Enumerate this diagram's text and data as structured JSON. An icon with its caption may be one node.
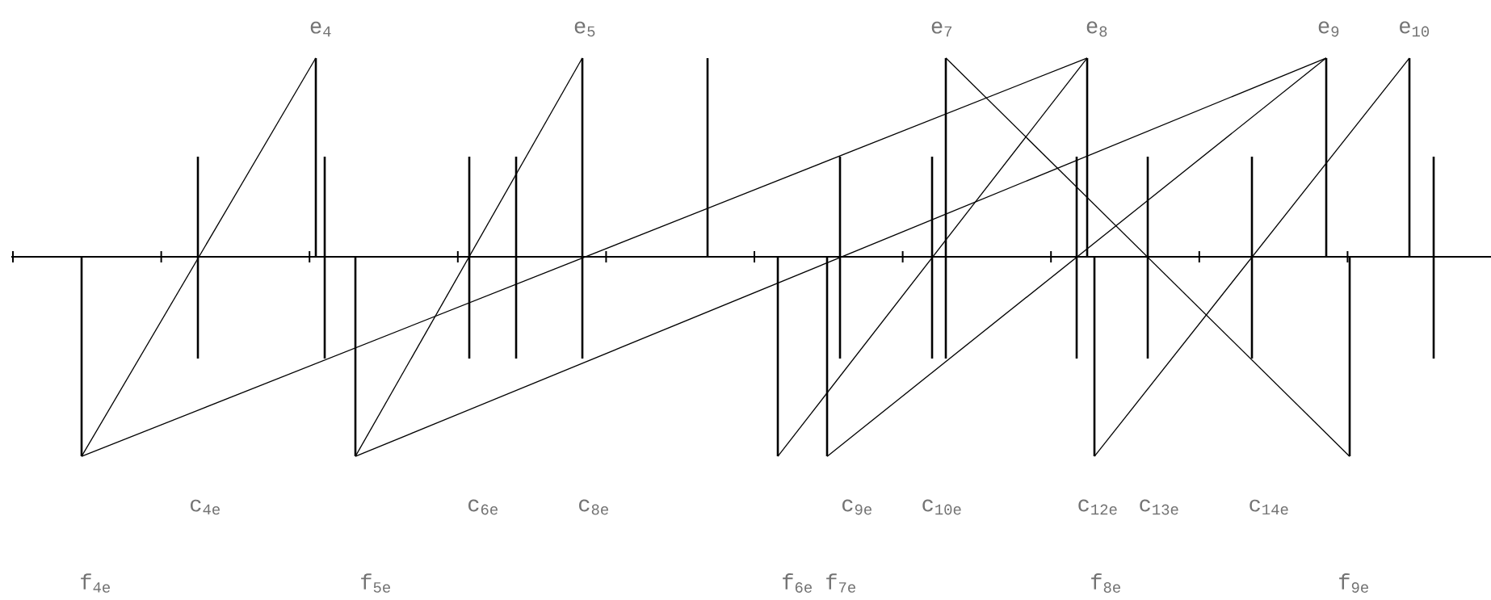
{
  "diagram": {
    "nodes": [
      {
        "text": [],
        "shape": "bar",
        "beside": [
          "e$_{4}$"
        ]
      },
      {
        "text": [],
        "shape": "bar",
        "beside": [
          "e$_{5}$"
        ]
      },
      {
        "text": [],
        "shape": "bar"
      },
      {
        "text": [],
        "shape": "bar",
        "beside": [
          "e$_{7}$"
        ]
      },
      {
        "text": [],
        "shape": "bar",
        "beside": [
          "e$_{8}$"
        ]
      },
      {
        "text": [],
        "shape": "bar",
        "beside": [
          "e$_{9}$"
        ]
      },
      {
        "text": [],
        "shape": "bar",
        "beside": [
          "e$_{10}$"
        ]
      },
      {
        "text": [],
        "shape": "bar"
      },
      {
        "text": [],
        "shape": "bar"
      },
      {
        "text": [],
        "shape": "bar"
      },
      {
        "text": [],
        "shape": "bar"
      },
      {
        "text": [],
        "shape": "bar"
      },
      {
        "text": [],
        "shape": "bar"
      },
      {
        "text": [],
        "shape": "bar"
      },
      {
        "text": [],
        "shape": "bar"
      },
      {
        "text": [],
        "shape": "bar"
      },
      {
        "text": [],
        "shape": "bar"
      },
      {
        "text": [],
        "shape": "bar"
      },
      {
        "text": [],
        "shape": "bar"
      },
      {
        "text": [],
        "shape": "bar"
      },
      {
        "text": [],
        "shape": "bar"
      },
      {
        "text": [],
        "shape": "bar"
      },
      {
        "text": [],
        "shape": "bar"
      }
    ],
    "edges": [
      {
        "from": 17,
        "to": 0,
        "arrow": "none"
      },
      {
        "from": 17,
        "to": 4,
        "arrow": "none"
      },
      {
        "from": 18,
        "to": 1,
        "arrow": "none"
      },
      {
        "from": 18,
        "to": 5,
        "arrow": "none"
      },
      {
        "from": 19,
        "to": 4,
        "arrow": "none"
      },
      {
        "from": 20,
        "to": 5,
        "arrow": "none"
      },
      {
        "from": 21,
        "to": 6,
        "arrow": "none"
      },
      {
        "from": 3,
        "to": 22,
        "arrow": "none"
      }
    ],
    "labels": [
      "c$_{4e}$",
      "c$_{6e}$",
      "c$_{8e}$",
      "c$_{9e}$",
      "c$_{10e}$",
      "c$_{12e}$",
      "c$_{13e}$",
      "c$_{14e}$",
      "f$_{4e}$",
      "f$_{5e}$",
      "f$_{6e}$",
      "f$_{7e}$",
      "f$_{8e}$",
      "f$_{9e}$"
    ]
  }
}
